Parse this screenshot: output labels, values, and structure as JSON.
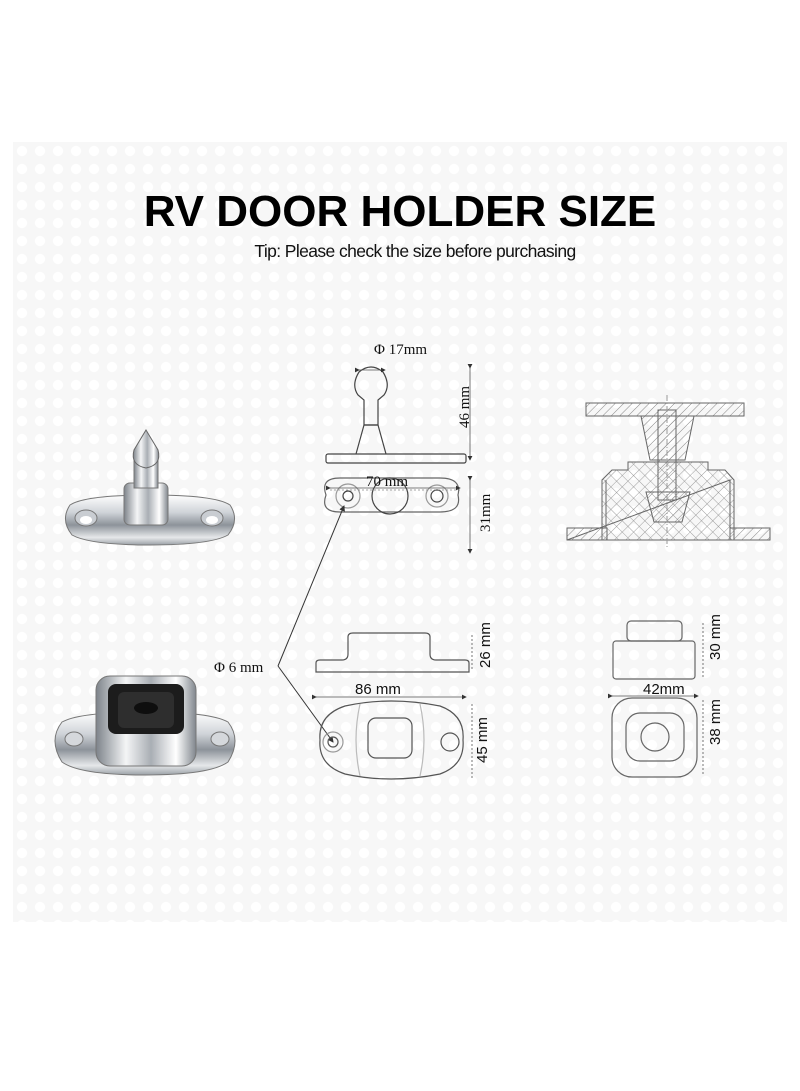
{
  "header": {
    "title": "RV DOOR HOLDER SIZE",
    "subtitle": "Tip: Please check the size before purchasing"
  },
  "products": [
    {
      "name": "ball-stud-catch",
      "photo": "chrome ball stud on oval base plate with two screw holes",
      "dimensions": {
        "head_diameter": "Φ 17mm",
        "height": "46 mm",
        "length": "70 mm",
        "width": "31mm"
      }
    },
    {
      "name": "socket-holder",
      "photo": "chrome socket with black rubber insert on oval base",
      "dimensions": {
        "height": "26 mm",
        "length": "86 mm",
        "width": "45 mm"
      }
    },
    {
      "name": "rubber-insert",
      "dimensions": {
        "height": "30 mm",
        "length": "42mm",
        "width": "38 mm"
      }
    }
  ],
  "shared": {
    "screw_hole": "Φ 6 mm"
  },
  "cross_section": {
    "label": "assembled cross-section view"
  },
  "colors": {
    "text": "#000000",
    "line": "#555555",
    "background": "#f7f7f7"
  }
}
